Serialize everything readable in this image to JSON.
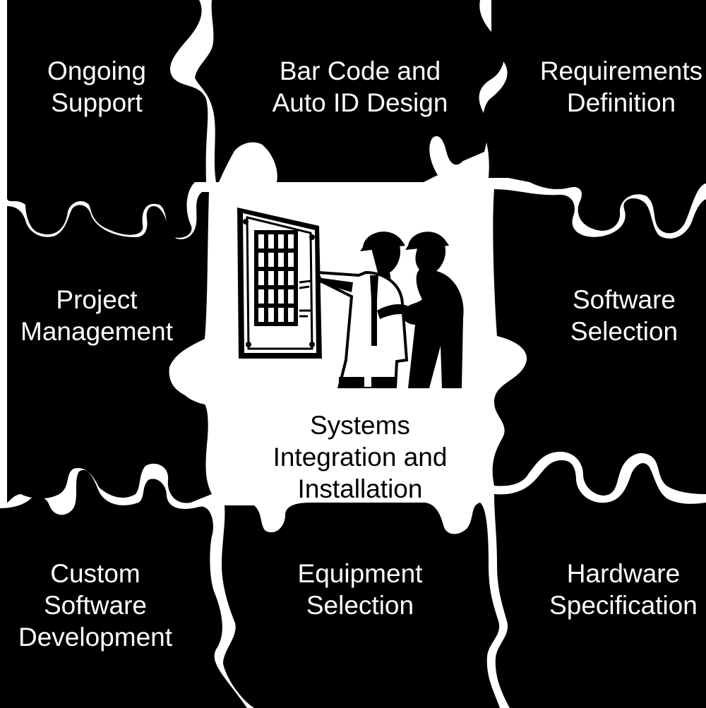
{
  "pieces": {
    "ongoing_support": "Ongoing\nSupport",
    "bar_code": "Bar Code and\nAuto ID Design",
    "requirements": "Requirements\nDefinition",
    "project_management": "Project\nManagement",
    "software_selection": "Software\nSelection",
    "systems_integration": "Systems\nIntegration and\nInstallation",
    "custom_software": "Custom\nSoftware\nDevelopment",
    "equipment_selection": "Equipment\nSelection",
    "hardware_specification": "Hardware\nSpecification"
  },
  "colors": {
    "outer_piece": "#000000",
    "center_piece": "#ffffff",
    "border": "#ffffff"
  },
  "icons": {
    "center": "engineers-reviewing-blueprint-icon"
  }
}
